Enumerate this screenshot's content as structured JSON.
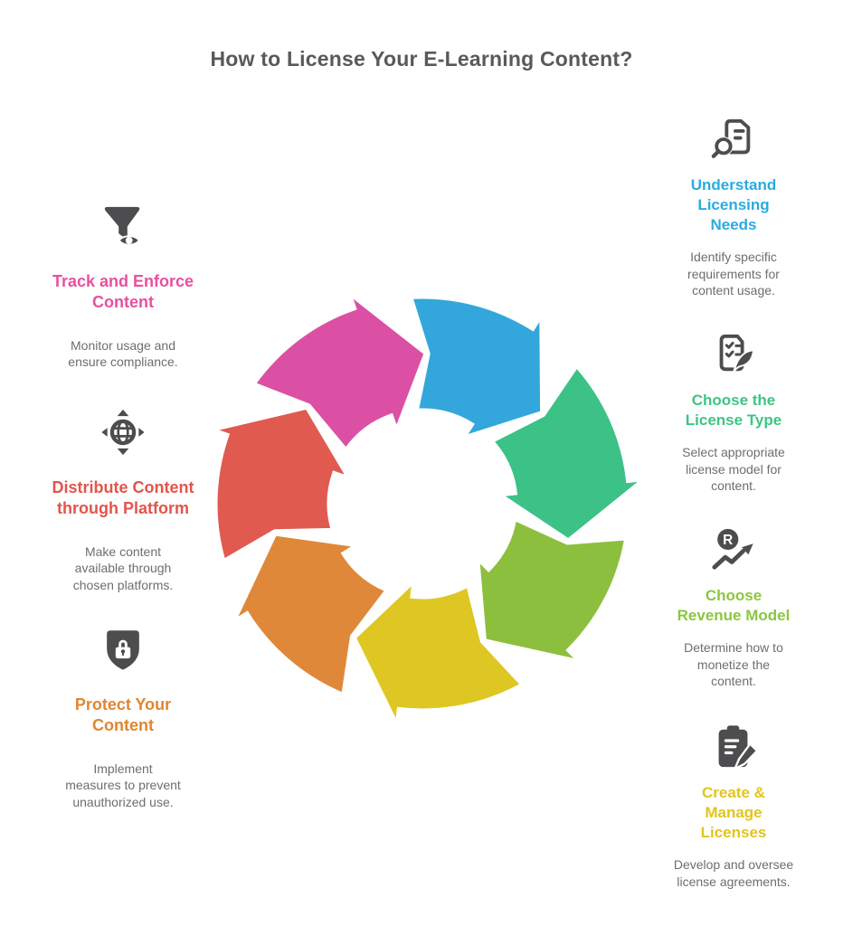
{
  "page": {
    "title": "How to License Your E-Learning Content?",
    "title_color": "#58595B"
  },
  "colors": {
    "background": "#FFFFFF",
    "icon": "#4D4D4F",
    "desc_text": "#6D6E71"
  },
  "cycle": {
    "type": "cycle-diagram",
    "direction": "clockwise",
    "segment_count": 7,
    "segments": [
      {
        "name": "understand-licensing-needs",
        "color": "#33A7DB"
      },
      {
        "name": "choose-license-type",
        "color": "#3CC287"
      },
      {
        "name": "choose-revenue-model",
        "color": "#8DBF3E"
      },
      {
        "name": "create-manage-licenses",
        "color": "#DEC722"
      },
      {
        "name": "protect-your-content",
        "color": "#E0883A"
      },
      {
        "name": "distribute-content-through-platform",
        "color": "#E05A50"
      },
      {
        "name": "track-and-enforce-content",
        "color": "#DB4FA4"
      }
    ]
  },
  "right_steps": [
    {
      "icon": "search-document-icon",
      "title": "Understand\nLicensing\nNeeds",
      "title_color": "#29ABE2",
      "description": "Identify specific\nrequirements for\ncontent usage."
    },
    {
      "icon": "checklist-quill-icon",
      "title": "Choose the\nLicense Type",
      "title_color": "#3DC583",
      "description": "Select appropriate\nlicense model for\ncontent."
    },
    {
      "icon": "revenue-chart-icon",
      "icon_letter": "R",
      "title": "Choose\nRevenue Model",
      "title_color": "#8CC63F",
      "description": "Determine how to\nmonetize the\ncontent."
    },
    {
      "icon": "clipboard-pencil-icon",
      "title": "Create &\nManage\nLicenses",
      "title_color": "#E3C51A",
      "description": "Develop and oversee\nlicense agreements."
    }
  ],
  "left_steps": [
    {
      "icon": "funnel-eye-icon",
      "title": "Track and Enforce\nContent",
      "title_color": "#E8509E",
      "description": "Monitor usage and\nensure compliance."
    },
    {
      "icon": "globe-arrows-icon",
      "title": "Distribute Content\nthrough Platform",
      "title_color": "#E4544B",
      "description": "Make content\navailable through\nchosen platforms."
    },
    {
      "icon": "shield-lock-icon",
      "title": "Protect Your\nContent",
      "title_color": "#E08632",
      "description": "Implement\nmeasures to prevent\nunauthorized use."
    }
  ]
}
